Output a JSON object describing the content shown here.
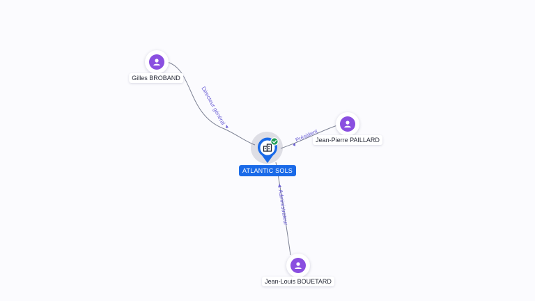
{
  "company": {
    "name": "ATLANTIC SOLS",
    "icon": "building-icon",
    "badge": "verified-check-icon",
    "color": "#1a6ae8"
  },
  "people": [
    {
      "name": "Gilles BROBAND",
      "role": "Directeur général"
    },
    {
      "name": "Jean-Pierre PAILLARD",
      "role": "Président"
    },
    {
      "name": "Jean-Louis BOUETARD",
      "role": "Administrateur"
    }
  ],
  "colors": {
    "person_icon": "#8a4fe0",
    "edge_label": "#6e62d6",
    "badge": "#1f9d55"
  }
}
